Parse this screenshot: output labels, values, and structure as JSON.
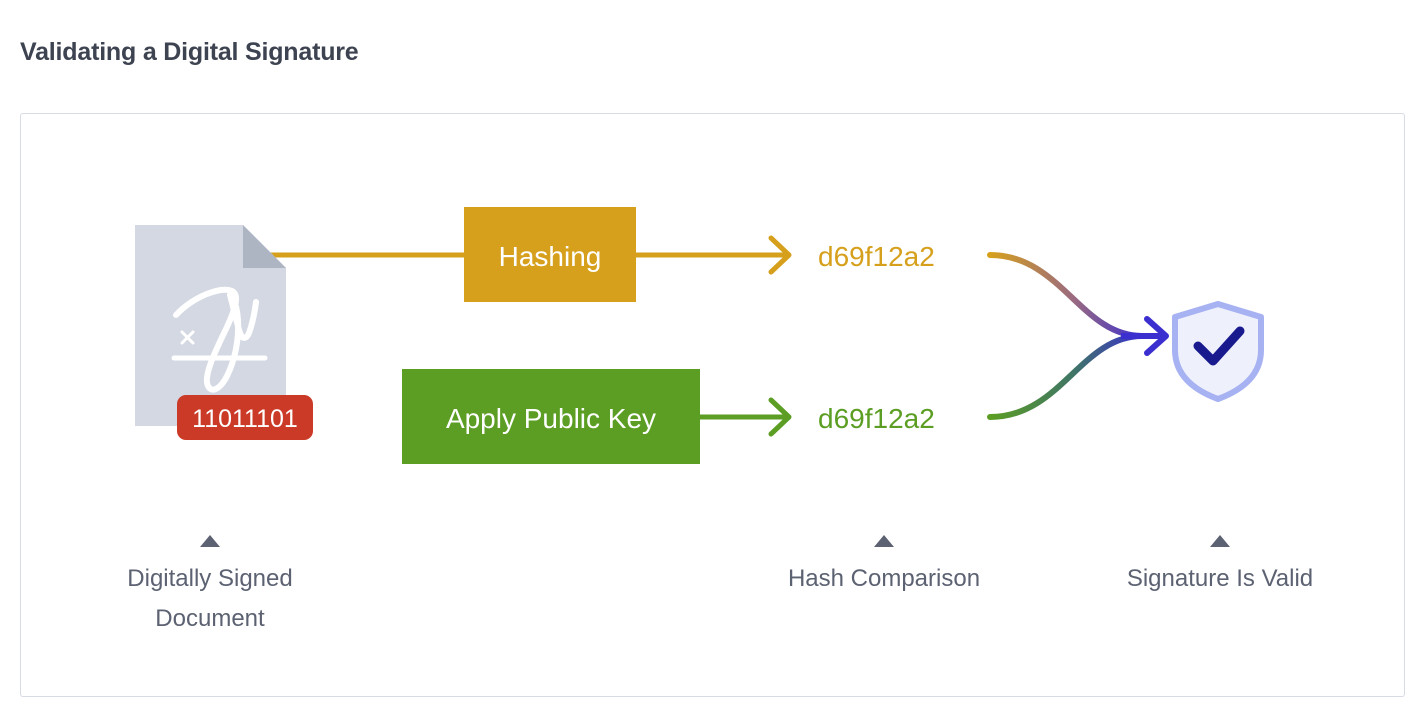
{
  "page": {
    "title": "Validating a Digital Signature",
    "title_color": "#3d4350",
    "background": "#ffffff",
    "panel_border_color": "#d6dbe4"
  },
  "diagram": {
    "type": "flow-diagram",
    "document": {
      "name": "digitally-signed-document",
      "body_color": "#d3d8e2",
      "fold_color": "#aeb5c2",
      "signature_color": "#ffffff",
      "signature_icon": "signature-scribble-icon",
      "badge": {
        "label": "11011101",
        "fill": "#cb3a27",
        "text_color": "#ffffff"
      }
    },
    "process_boxes": [
      {
        "id": "hashing",
        "label": "Hashing",
        "fill": "#d6a01d",
        "text_color": "#ffffff"
      },
      {
        "id": "apply-public-key",
        "label": "Apply Public Key",
        "fill": "#5b9e23",
        "text_color": "#ffffff"
      }
    ],
    "hash_outputs": [
      {
        "id": "hash-from-hashing",
        "value": "d69f12a2",
        "color": "#d6a01d"
      },
      {
        "id": "hash-from-public-key",
        "value": "d69f12a2",
        "color": "#5b9e23"
      }
    ],
    "result": {
      "id": "signature-valid-shield",
      "icon": "shield-check-icon",
      "shield_fill": "#eef1fc",
      "shield_stroke": "#a7b2f2",
      "check_color": "#1a1a8f",
      "merge_arrow_color": "#3b2fd0"
    },
    "connectors": [
      {
        "id": "document-to-hashing",
        "color": "#d6a01d",
        "style": "line"
      },
      {
        "id": "hashing-to-hash",
        "color": "#d6a01d",
        "style": "arrow"
      },
      {
        "id": "badge-to-public-key",
        "from_color": "#cb3a27",
        "to_color": "#5b9e23",
        "style": "line"
      },
      {
        "id": "public-key-to-hash",
        "color": "#5b9e23",
        "style": "arrow"
      },
      {
        "id": "top-hash-to-merge",
        "from_color": "#d6a01d",
        "to_color": "#3b2fd0",
        "style": "curve"
      },
      {
        "id": "bottom-hash-to-merge",
        "from_color": "#5b9e23",
        "to_color": "#3b2fd0",
        "style": "curve"
      }
    ],
    "captions": [
      {
        "id": "caption-document",
        "line1": "Digitally Signed",
        "line2": "Document",
        "marker": "up-triangle"
      },
      {
        "id": "caption-hash-comparison",
        "line1": "Hash Comparison",
        "line2": "",
        "marker": "up-triangle"
      },
      {
        "id": "caption-signature-valid",
        "line1": "Signature Is Valid",
        "line2": "",
        "marker": "up-triangle"
      }
    ],
    "caption_color": "#5c6272",
    "caption_marker_color": "#5c6272"
  }
}
